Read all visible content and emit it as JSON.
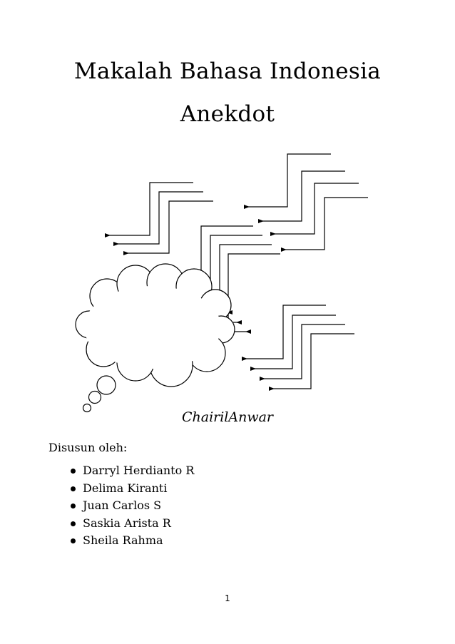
{
  "document": {
    "title": "Makalah Bahasa Indonesia",
    "subtitle": "Anekdot",
    "author": "ChairilAnwar",
    "compiled_by_label": "Disusun oleh:",
    "members": [
      "Darryl Herdianto R",
      "Delima Kiranti",
      "Juan Carlos S",
      "Saskia Arista R",
      "Sheila Rahma"
    ],
    "page_number": "1"
  },
  "illustration": {
    "icons": [
      "thought-cloud-icon",
      "staircase-arrow-icon"
    ],
    "stroke_color": "#000000",
    "fill_color": "#ffffff"
  }
}
